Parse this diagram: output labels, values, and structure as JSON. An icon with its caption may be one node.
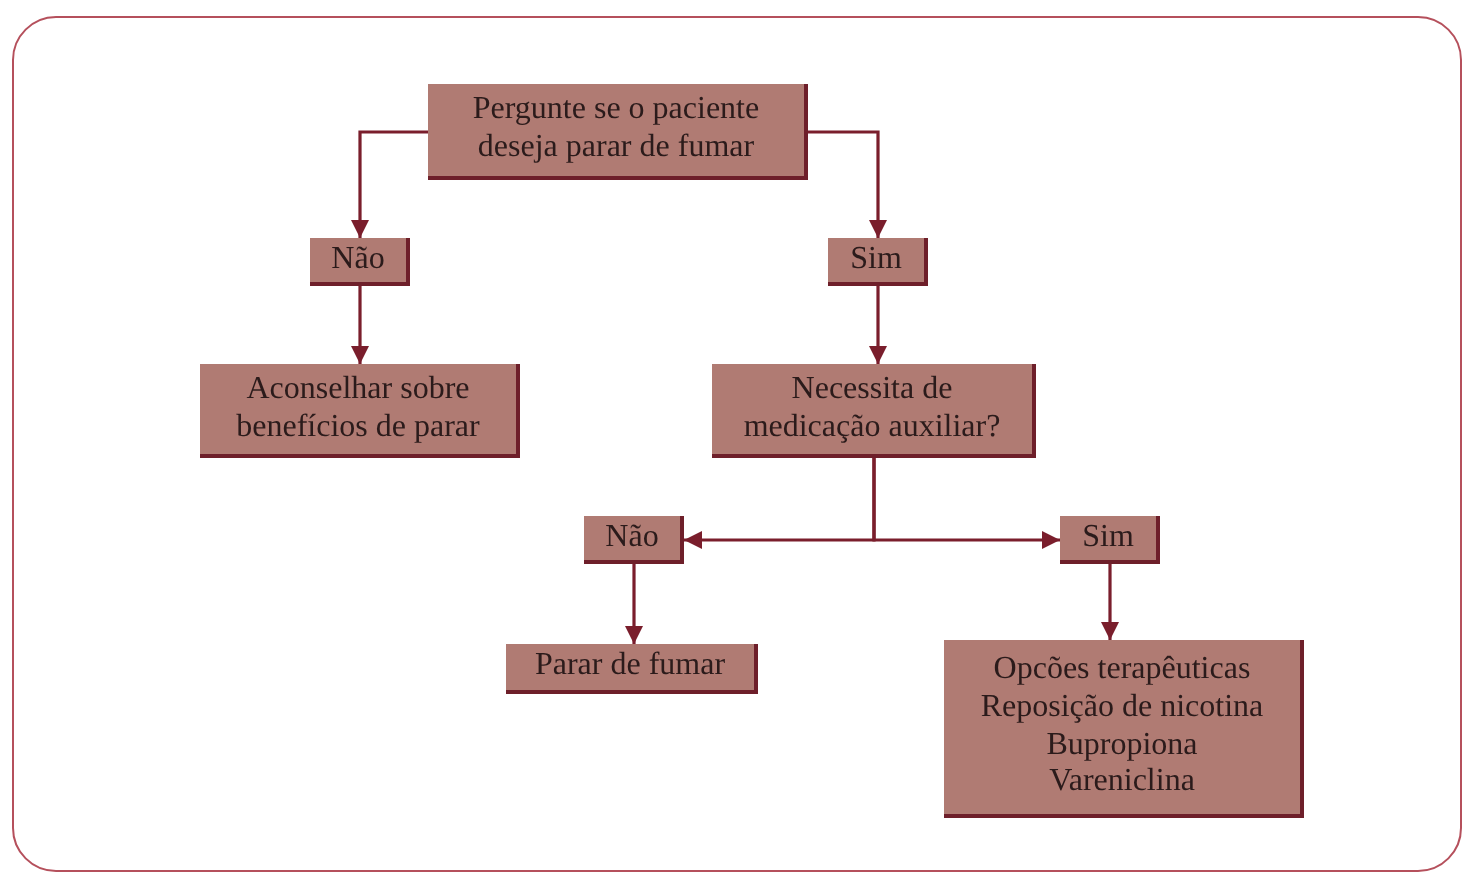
{
  "diagram": {
    "nodes": [
      {
        "text": [
          "Pergunte se o paciente deseja parar de fumar"
        ]
      },
      {
        "text": [
          "Não"
        ]
      },
      {
        "text": [
          "Sim"
        ]
      },
      {
        "text": [
          "Aconselhar sobre benefícios de parar"
        ]
      },
      {
        "text": [
          "Necessita de medicação auxiliar?"
        ]
      },
      {
        "text": [
          "Não"
        ]
      },
      {
        "text": [
          "Sim"
        ]
      },
      {
        "text": [
          "Parar de fumar"
        ]
      },
      {
        "text": [
          "Opcões terapêuticas",
          "Reposição de nicotina",
          "Bupropiona",
          "Vareniclina"
        ]
      }
    ],
    "edges": [
      {
        "from": 0,
        "to": 1,
        "arrow": "to"
      },
      {
        "from": 0,
        "to": 2,
        "arrow": "to"
      },
      {
        "from": 1,
        "to": 3,
        "arrow": "to"
      },
      {
        "from": 2,
        "to": 4,
        "arrow": "to"
      },
      {
        "from": 4,
        "to": 5,
        "arrow": "to"
      },
      {
        "from": 4,
        "to": 6,
        "arrow": "to"
      },
      {
        "from": 5,
        "to": 7,
        "arrow": "to"
      },
      {
        "from": 6,
        "to": 8,
        "arrow": "to"
      }
    ]
  }
}
